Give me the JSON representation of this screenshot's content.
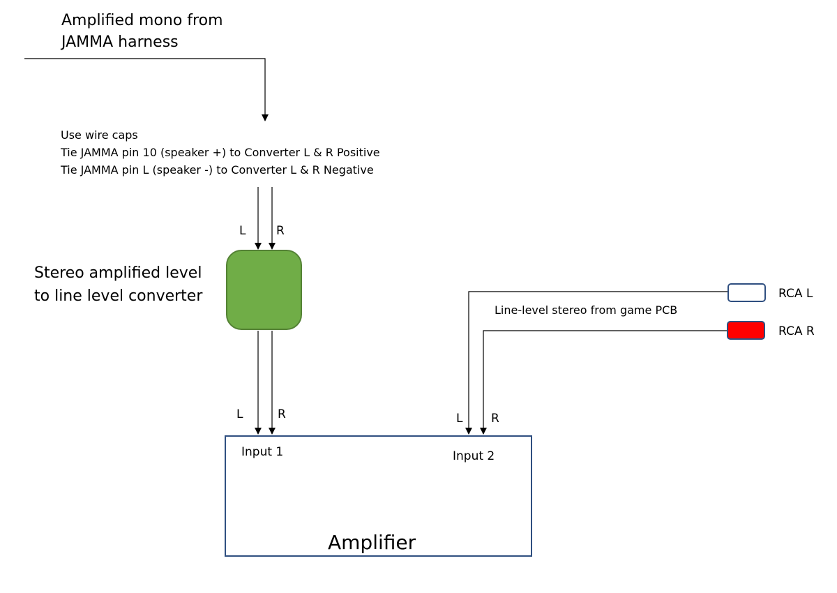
{
  "source": {
    "line1": "Amplified mono from",
    "line2": "JAMMA harness"
  },
  "notes": [
    "Use wire caps",
    "Tie JAMMA pin 10 (speaker +) to Converter L & R Positive",
    "Tie JAMMA pin L (speaker -) to Converter L & R Negative"
  ],
  "converter": {
    "line1": "Stereo amplified level",
    "line2": "to line level converter",
    "color": "#70ad47"
  },
  "channels": {
    "left": "L",
    "right": "R"
  },
  "pcb_source": "Line-level stereo from game PCB",
  "rca": {
    "left_label": "RCA L",
    "right_label": "RCA R",
    "left_color": "#ffffff",
    "right_color": "#ff0000"
  },
  "amplifier": {
    "title": "Amplifier",
    "input1": "Input 1",
    "input2": "Input 2",
    "border_color": "#2f4f80"
  }
}
